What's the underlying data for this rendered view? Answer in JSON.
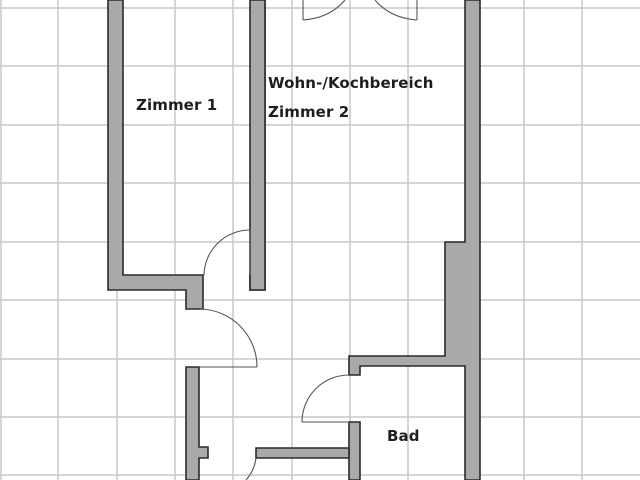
{
  "diagram": {
    "type": "floor_plan",
    "grid": {
      "color": "#c8c8c8",
      "x_lines": [
        0,
        58,
        117,
        175,
        233,
        292,
        350,
        408,
        466,
        524,
        582
      ],
      "y_lines": [
        8,
        66,
        125,
        183,
        242,
        300,
        359,
        417,
        475
      ]
    },
    "colors": {
      "wall_fill": "#a9a9ab",
      "wall_outline": "#2a2a2a",
      "background": "#ffffff",
      "label": "#1e1e1e"
    },
    "rooms": [
      {
        "id": "zimmer1",
        "label": "Zimmer 1"
      },
      {
        "id": "wohn",
        "label": "Wohn-/Kochbereich"
      },
      {
        "id": "zimmer2",
        "label": "Zimmer 2"
      },
      {
        "id": "bad",
        "label": "Bad"
      }
    ],
    "doors": [
      {
        "id": "door-zimmer2-bottom",
        "location": "Zimmer 2 lower wall opening"
      },
      {
        "id": "door-hall",
        "location": "hallway below Zimmer 1"
      },
      {
        "id": "door-bad",
        "location": "Bad left wall"
      },
      {
        "id": "door-lower",
        "location": "lower corridor"
      },
      {
        "id": "door-balcony",
        "location": "top double door"
      }
    ]
  }
}
